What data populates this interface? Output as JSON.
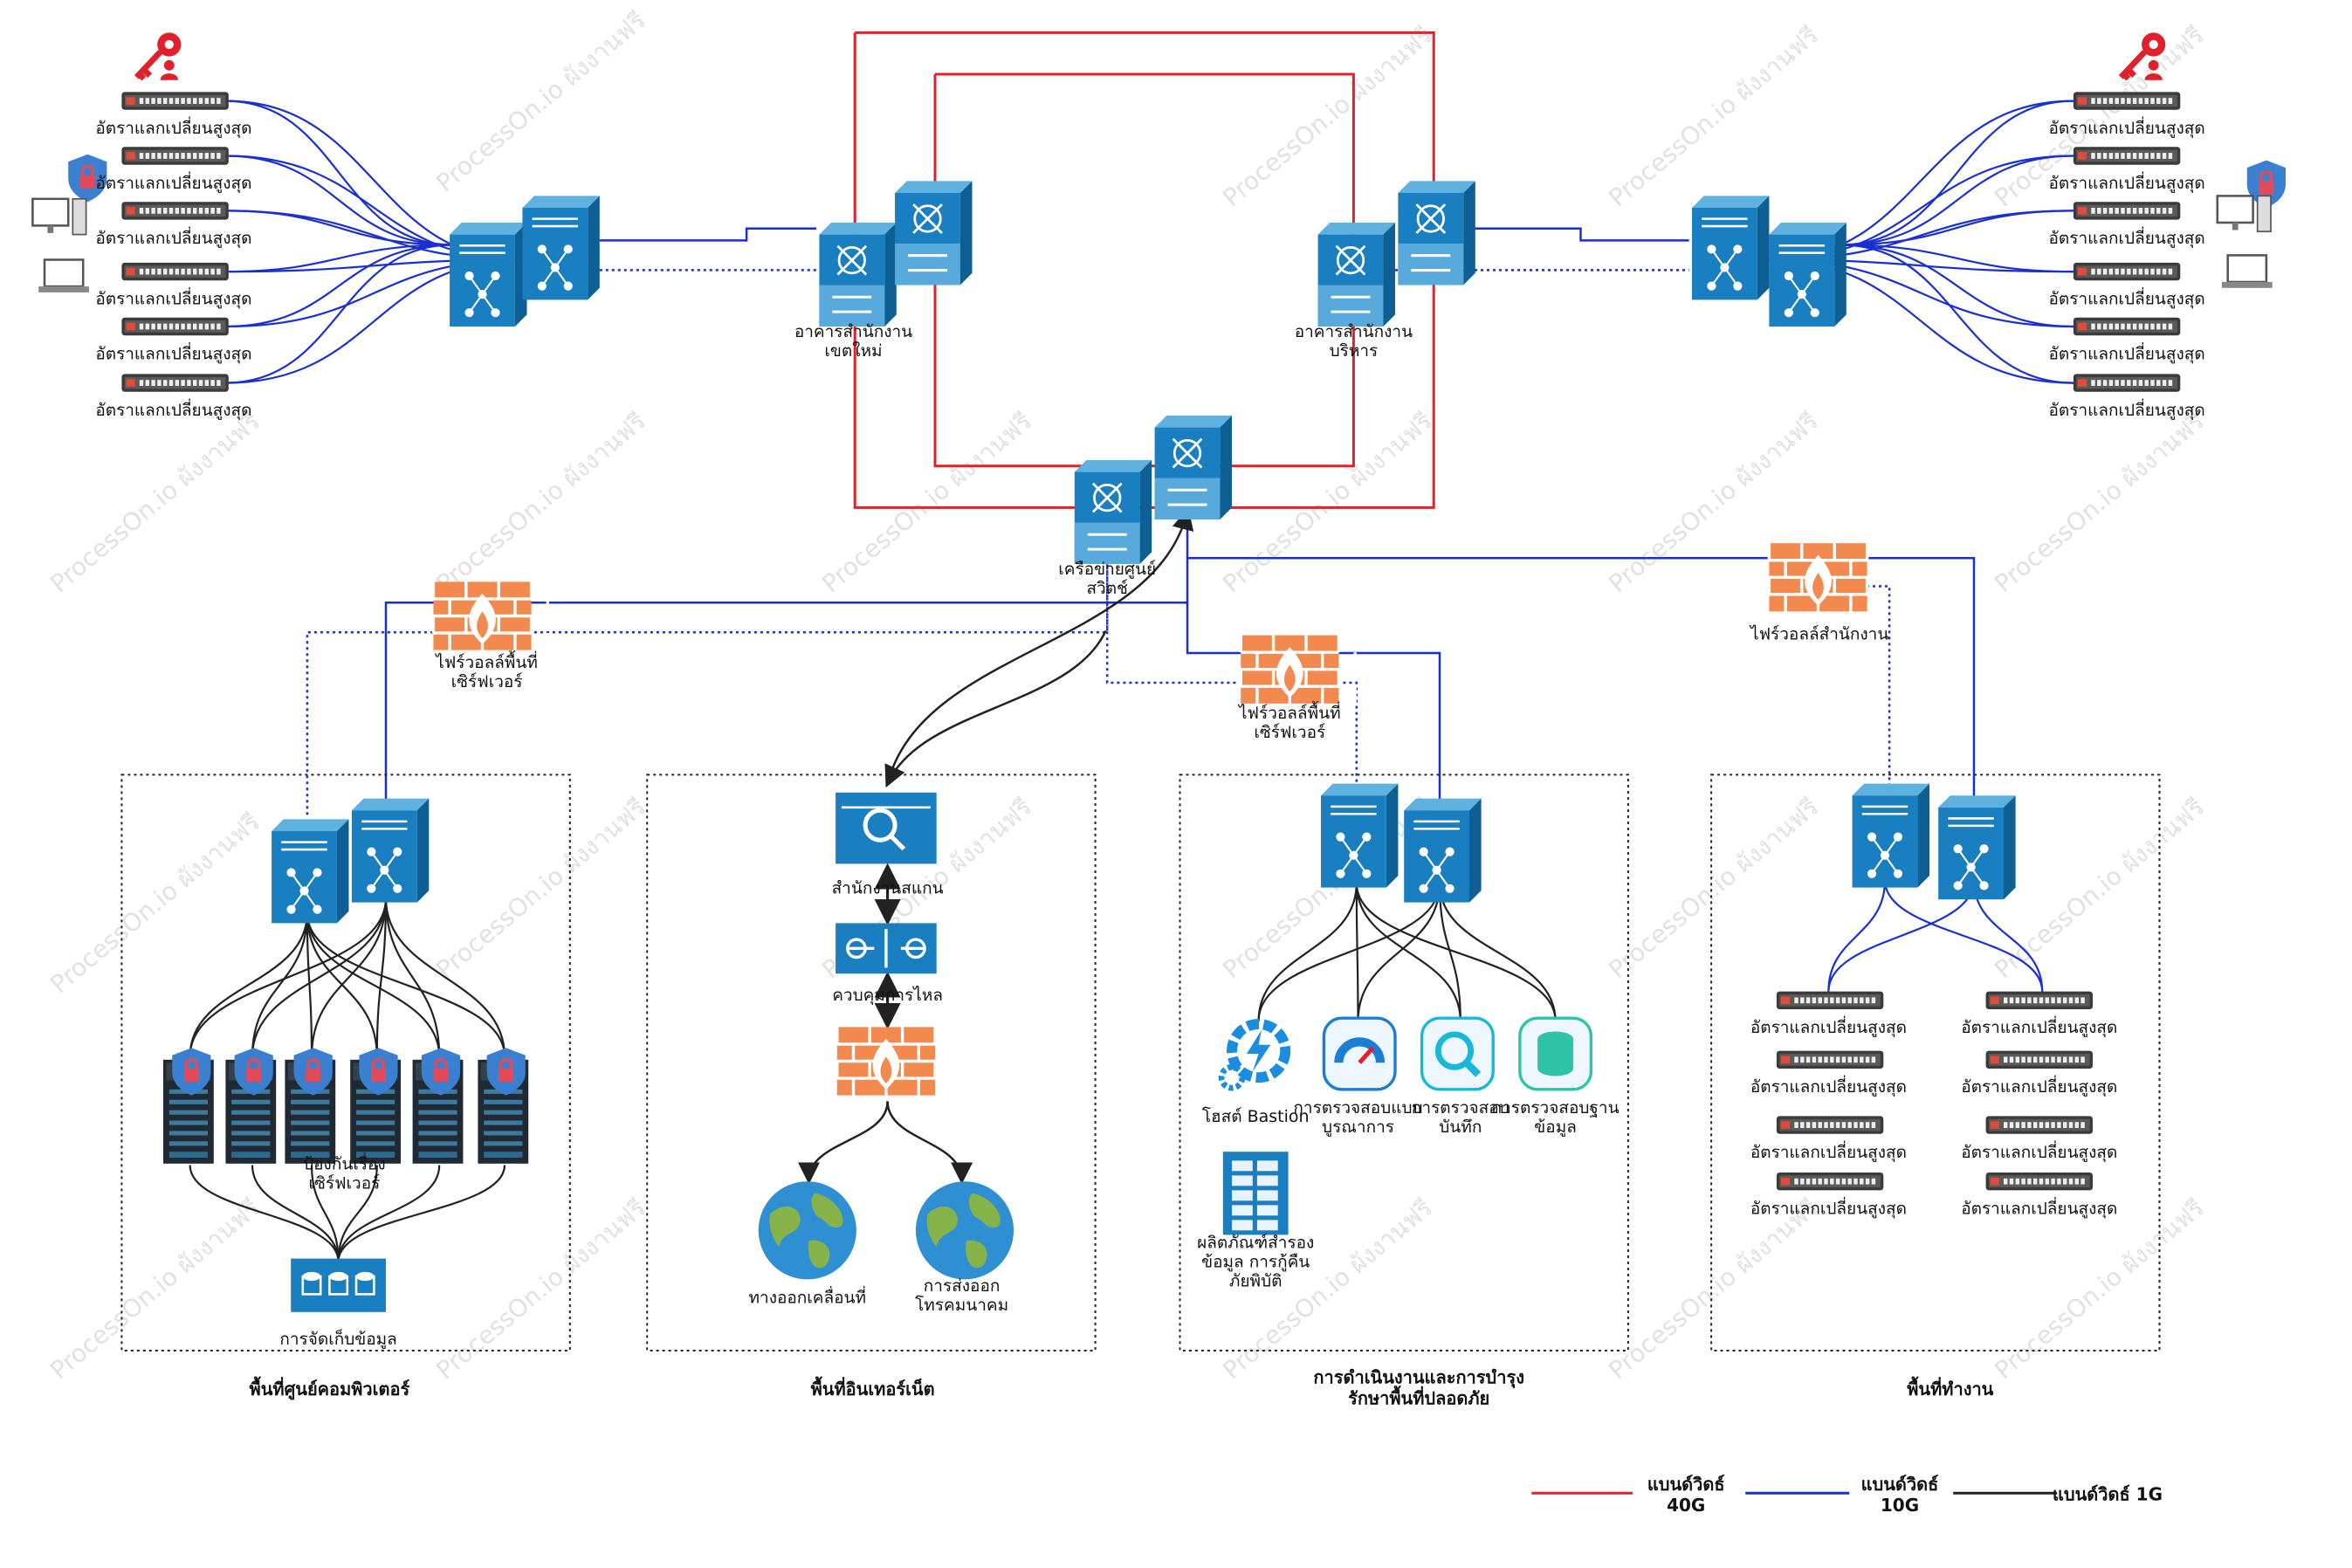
{
  "watermark": "ProcessOn.io ผังงานฟรี",
  "core": {
    "left_building": [
      "อาคารสำนักงาน",
      "เขตใหม่"
    ],
    "right_building": [
      "อาคารสำนักงาน",
      "บริหาร"
    ],
    "center_switch": [
      "เครือข่ายศูนย์",
      "สวิตช์"
    ]
  },
  "switch_labels_left": [
    "อัตราแลกเปลี่ยนสูงสุด",
    "อัตราแลกเปลี่ยนสูงสุด",
    "อัตราแลกเปลี่ยนสูงสุด",
    "อัตราแลกเปลี่ยนสูงสุด",
    "อัตราแลกเปลี่ยนสูงสุด",
    "อัตราแลกเปลี่ยนสูงสุด"
  ],
  "switch_labels_right": [
    "อัตราแลกเปลี่ยนสูงสุด",
    "อัตราแลกเปลี่ยนสูงสุด",
    "อัตราแลกเปลี่ยนสูงสุด",
    "อัตราแลกเปลี่ยนสูงสุด",
    "อัตราแลกเปลี่ยนสูงสุด",
    "อัตราแลกเปลี่ยนสูงสุด"
  ],
  "firewalls": {
    "server_left": [
      "ไฟร์วอลล์พื้นที่",
      "เซิร์ฟเวอร์"
    ],
    "server_mid": [
      "ไฟร์วอลล์พื้นที่",
      "เซิร์ฟเวอร์"
    ],
    "office": [
      "ไฟร์วอลล์สำนักงาน"
    ]
  },
  "zones": {
    "datacenter": {
      "title": "พื้นที่ศูนย์คอมพิวเตอร์",
      "server_label": [
        "ป้องกันเรื่อง",
        "เซิร์ฟเวอร์"
      ],
      "storage": "การจัดเก็บข้อมูล"
    },
    "internet": {
      "title": "พื้นที่อินเทอร์เน็ต",
      "scanner": "สำนักงานสแกน",
      "flow": "ควบคุมการไหล",
      "mobile": "ทางออกเคลื่อนที่",
      "telecom": [
        "การส่งออก",
        "โทรคมนาคม"
      ]
    },
    "ops": {
      "title": [
        "การดำเนินงานและการบำรุง",
        "รักษาพื้นที่ปลอดภัย"
      ],
      "bastion": "โฮสต์ Bastion",
      "audit1": [
        "การตรวจสอบแบบ",
        "บูรณาการ"
      ],
      "audit2": [
        "การตรวจสอบ",
        "บันทึก"
      ],
      "audit3": [
        "การตรวจสอบฐาน",
        "ข้อมูล"
      ],
      "backup": [
        "ผลิตภัณฑ์สำรอง",
        "ข้อมูล การกู้คืน",
        "ภัยพิบัติ"
      ]
    },
    "work": {
      "title": "พื้นที่ทำงาน",
      "switch_labels": [
        "อัตราแลกเปลี่ยนสูงสุด",
        "อัตราแลกเปลี่ยนสูงสุด",
        "อัตราแลกเปลี่ยนสูงสุด",
        "อัตราแลกเปลี่ยนสูงสุด",
        "อัตราแลกเปลี่ยนสูงสุด",
        "อัตราแลกเปลี่ยนสูงสุด",
        "อัตราแลกเปลี่ยนสูงสุด",
        "อัตราแลกเปลี่ยนสูงสุด"
      ]
    }
  },
  "legend": [
    {
      "label": [
        "แบนด์วิดธ์",
        "40G"
      ],
      "color": "#e0202a"
    },
    {
      "label": [
        "แบนด์วิดธ์",
        "10G"
      ],
      "color": "#1a2fd0"
    },
    {
      "label": [
        "แบนด์วิดธ์ 1G"
      ],
      "color": "#222222"
    }
  ],
  "colors": {
    "red": "#e0202a",
    "blue": "#1a2fd0",
    "black": "#222222",
    "device": "#1a7fc1",
    "firewall": "#f28a4f"
  }
}
